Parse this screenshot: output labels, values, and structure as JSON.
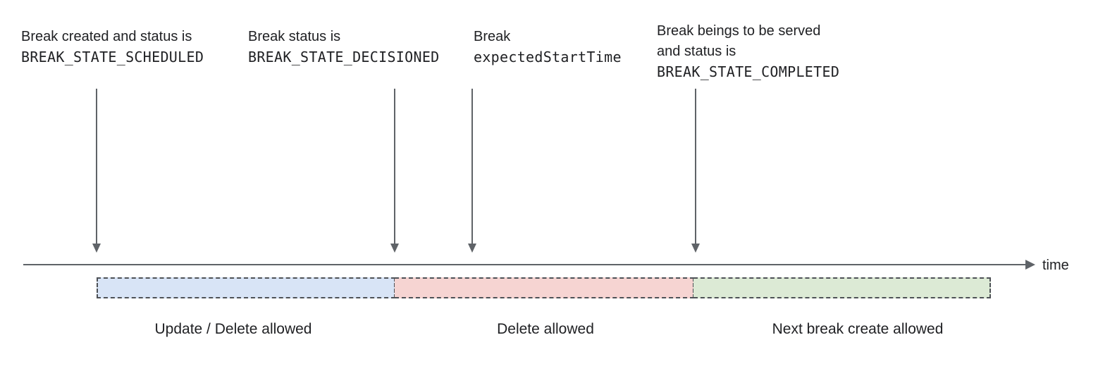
{
  "diagram": {
    "annotations": [
      {
        "line1": "Break created and status is",
        "code": "BREAK_STATE_SCHEDULED"
      },
      {
        "line1": "Break status is",
        "code": "BREAK_STATE_DECISIONED"
      },
      {
        "line1": "Break",
        "code": "expectedStartTime"
      },
      {
        "line1": "Break beings to be served",
        "line2": "and status is",
        "code": "BREAK_STATE_COMPLETED"
      }
    ],
    "timeline": {
      "axis_label": "time"
    },
    "segments": [
      {
        "label": "Update / Delete allowed",
        "fill": "#d8e4f6"
      },
      {
        "label": "Delete allowed",
        "fill": "#f6d4d2"
      },
      {
        "label": "Next break create allowed",
        "fill": "#dcead5"
      }
    ],
    "colors": {
      "line": "#5f6368",
      "text": "#202124",
      "segment_border": "#4d5156"
    }
  }
}
